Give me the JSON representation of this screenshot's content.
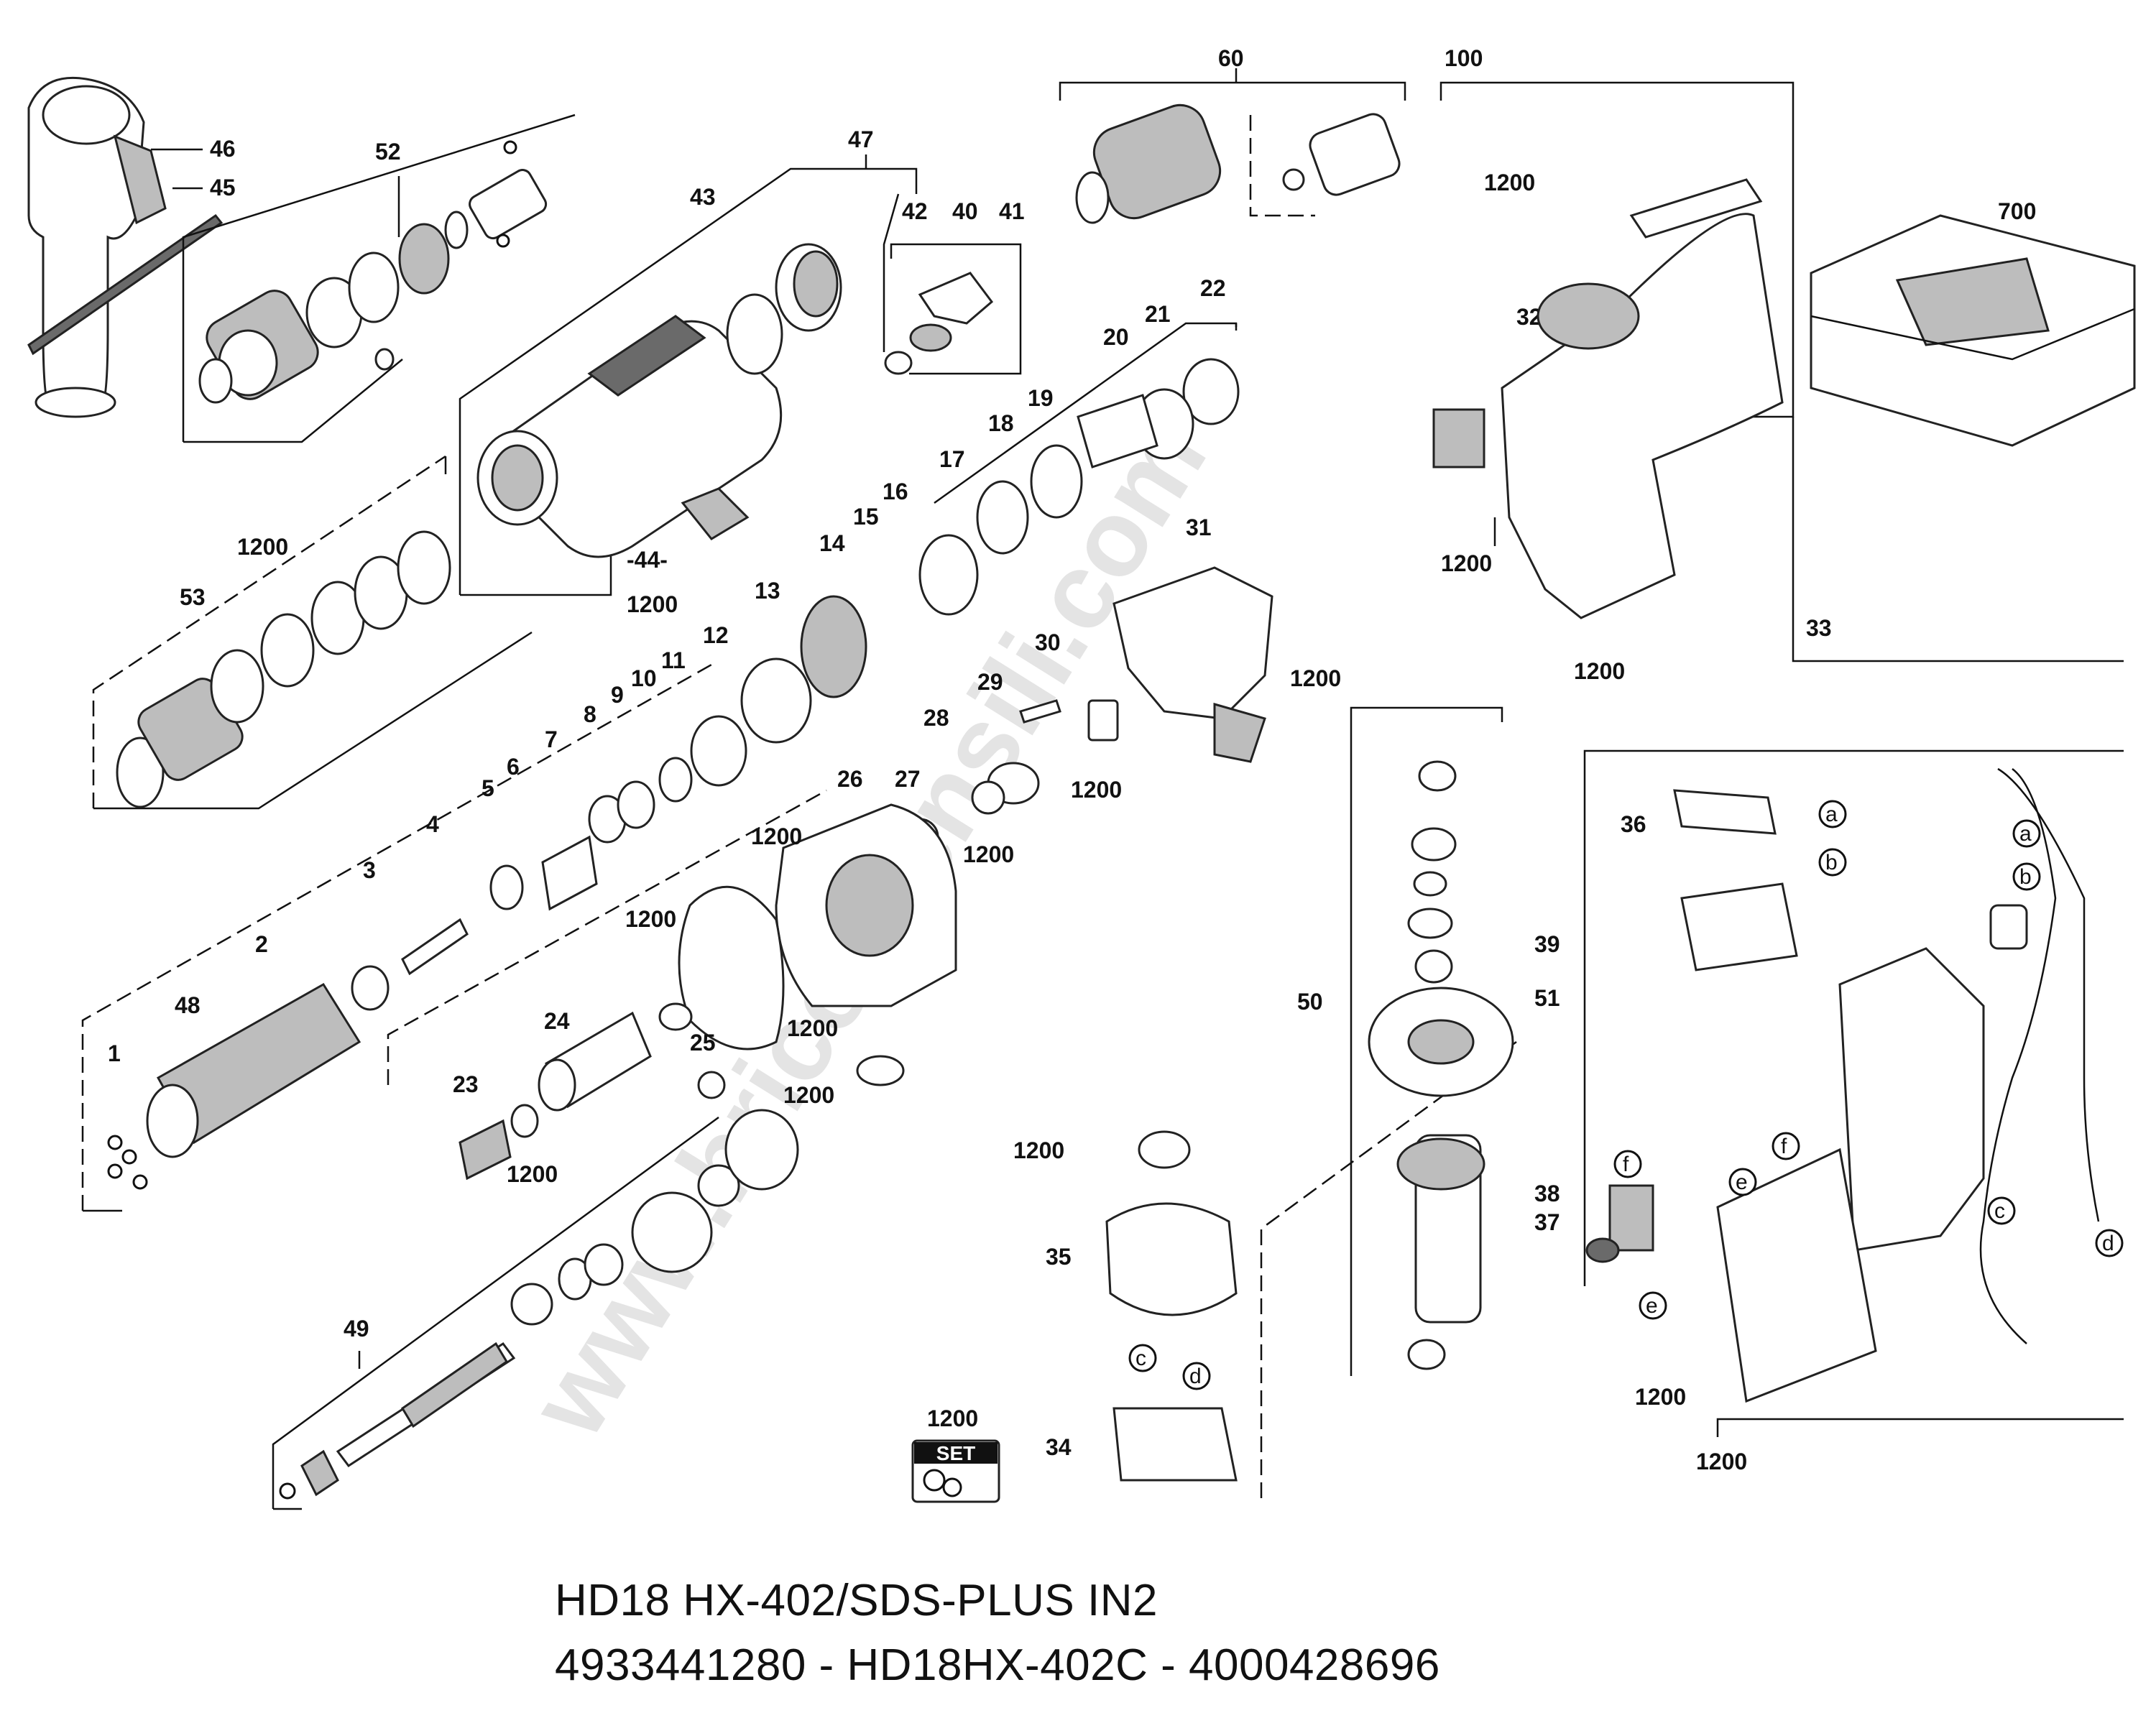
{
  "title_line1": "HD18 HX-402/SDS-PLUS IN2",
  "title_line2": "4933441280 - HD18HX-402C - 4000428696",
  "watermark": "www.bricoutensili.com",
  "set_badge": "SET",
  "part_labels": [
    "1",
    "2",
    "3",
    "4",
    "5",
    "6",
    "7",
    "8",
    "9",
    "10",
    "11",
    "12",
    "13",
    "14",
    "15",
    "16",
    "17",
    "18",
    "19",
    "20",
    "21",
    "22",
    "23",
    "24",
    "25",
    "26",
    "27",
    "28",
    "29",
    "30",
    "31",
    "32",
    "33",
    "34",
    "35",
    "36",
    "37",
    "38",
    "39",
    "40",
    "41",
    "42",
    "43",
    "44",
    "45",
    "46",
    "47",
    "48",
    "49",
    "50",
    "51",
    "52",
    "53",
    "60",
    "100",
    "700",
    "1200"
  ],
  "connector_letters": [
    "a",
    "b",
    "c",
    "d",
    "e",
    "f"
  ]
}
